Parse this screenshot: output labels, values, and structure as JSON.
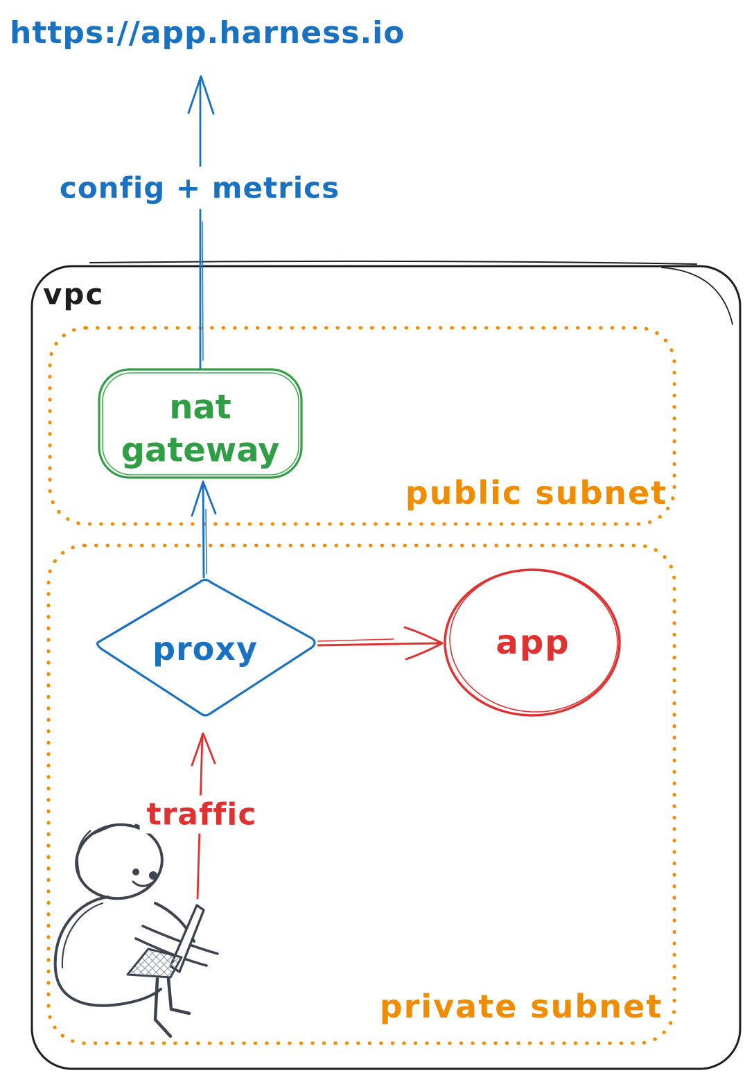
{
  "diagram": {
    "url": "https://app.harness.io",
    "config_metrics": "config + metrics",
    "vpc": "vpc",
    "public_subnet": "public subnet",
    "private_subnet": "private subnet",
    "nat_line1": "nat",
    "nat_line2": "gateway",
    "proxy": "proxy",
    "app": "app",
    "traffic": "traffic"
  },
  "colors": {
    "blue": "#1971c2",
    "green": "#2f9e44",
    "orange": "#f08c00",
    "red": "#e03131",
    "ink": "#1e1e1e",
    "person": "#3d4450",
    "hatch": "#9aa3ad",
    "background": "#ffffff"
  }
}
